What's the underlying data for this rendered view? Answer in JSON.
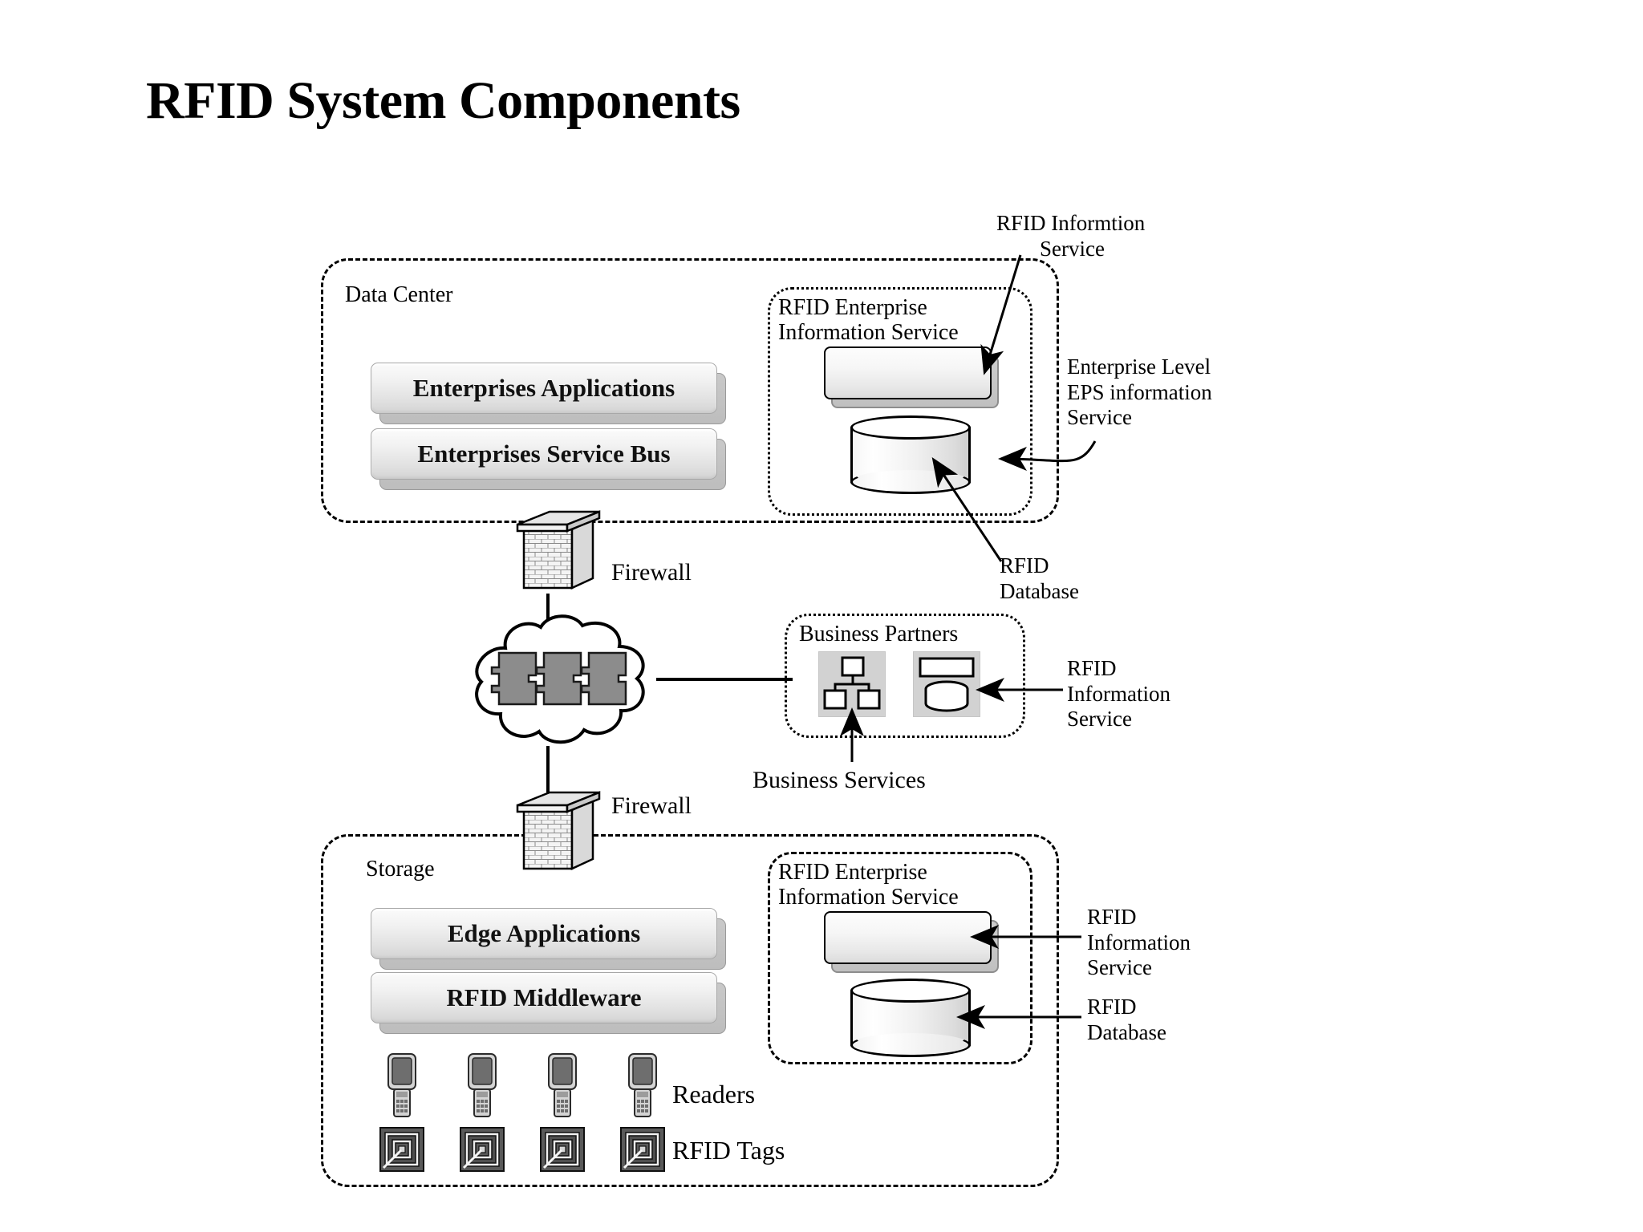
{
  "title": "RFID System Components",
  "zones": {
    "data_center": {
      "label": "Data Center",
      "bars": [
        {
          "label": "Enterprises Applications"
        },
        {
          "label": "Enterprises Service Bus"
        }
      ],
      "subzone": {
        "title": "RFID Enterprise\nInformation Service",
        "service_icon": "service-slab-icon",
        "database_icon": "database-cylinder-icon"
      }
    },
    "storage": {
      "label": "Storage",
      "bars": [
        {
          "label": "Edge Applications"
        },
        {
          "label": "RFID Middleware"
        }
      ],
      "subzone": {
        "title": "RFID Enterprise\nInformation Service",
        "service_icon": "service-slab-icon",
        "database_icon": "database-cylinder-icon"
      },
      "devices": {
        "readers_label": "Readers",
        "readers_count": 4,
        "reader_icon": "handheld-reader-icon",
        "tags_label": "RFID Tags",
        "tags_count": 4,
        "tag_icon": "rfid-tag-icon"
      }
    }
  },
  "business_partners": {
    "title": "Business Partners",
    "icons": [
      {
        "name": "org-hierarchy-icon"
      },
      {
        "name": "service-and-database-icon"
      }
    ]
  },
  "network": {
    "cloud_icon": "network-cloud-icon",
    "cloud_nodes": 3,
    "firewall_top_label": "Firewall",
    "firewall_bottom_label": "Firewall",
    "firewall_icon": "brick-firewall-icon"
  },
  "annotations": {
    "rfid_information_service_top": "RFID Informtion\n        Service",
    "enterprise_level_eps": "Enterprise Level\nEPS information\nService",
    "rfid_database_top": "RFID\nDatabase",
    "rfid_information_service_partners": "RFID\nInformation\nService",
    "business_services": "Business Services",
    "rfid_information_service_bottom": "RFID\nInformation\nService",
    "rfid_database_bottom": "RFID\nDatabase"
  },
  "colors": {
    "stroke": "#000000",
    "node_fill": "#8c8c8c",
    "panel_fill": "#d2d2d2",
    "bar_light": "#fbfbfb",
    "bar_dark": "#d4d4d4"
  }
}
